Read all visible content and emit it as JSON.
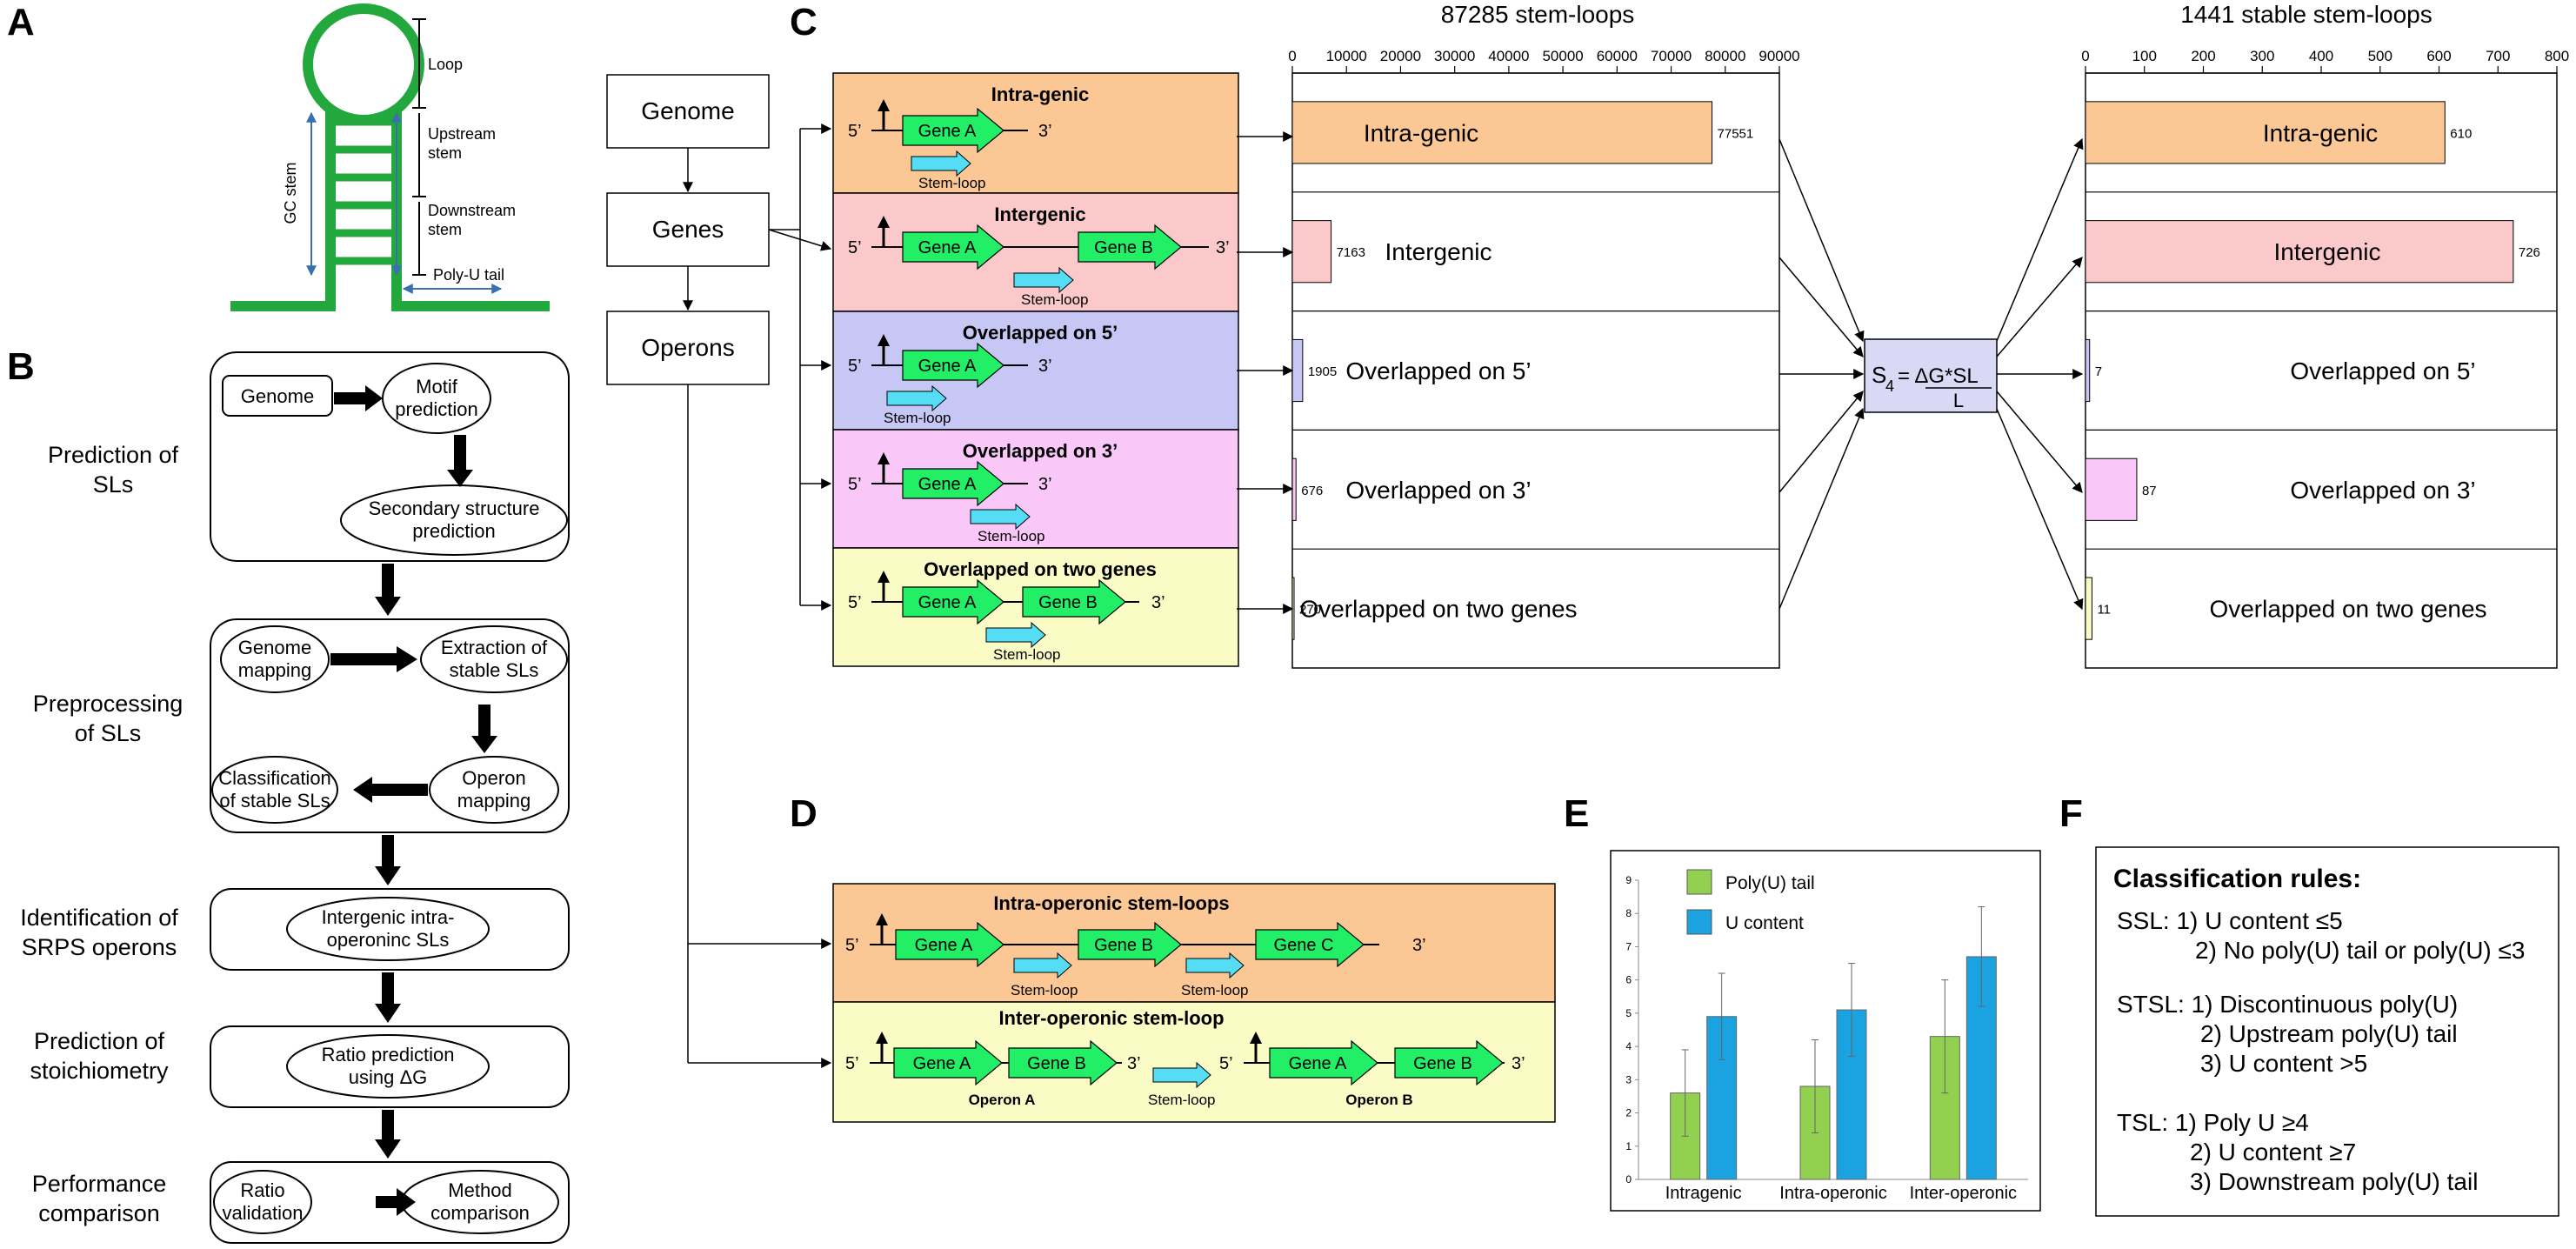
{
  "panels": {
    "A": "A",
    "B": "B",
    "C": "C",
    "D": "D",
    "E": "E",
    "F": "F"
  },
  "panelA": {
    "loop": "Loop",
    "upstream_1": "Upstream",
    "upstream_2": "stem",
    "downstream_1": "Downstream",
    "downstream_2": "stem",
    "polyu": "Poly-U tail",
    "gcstem": "GC stem"
  },
  "panelB": {
    "steps": [
      {
        "l1": "Prediction of",
        "l2": "SLs"
      },
      {
        "l1": "Preprocessing",
        "l2": "of SLs"
      },
      {
        "l1": "Identification of",
        "l2": "SRPS operons"
      },
      {
        "l1": "Prediction of",
        "l2": "stoichiometry"
      },
      {
        "l1": "Performance",
        "l2": "comparison"
      }
    ],
    "genome": "Genome",
    "motif_1": "Motif",
    "motif_2": "prediction",
    "secstruct_1": "Secondary structure",
    "secstruct_2": "prediction",
    "gmap_1": "Genome",
    "gmap_2": "mapping",
    "extract_1": "Extraction of",
    "extract_2": "stable SLs",
    "classify_1": "Classification",
    "classify_2": "of stable SLs",
    "operon_1": "Operon",
    "operon_2": "mapping",
    "intergenic_1": "Intergenic intra-",
    "intergenic_2": "operoninc SLs",
    "ratio_1": "Ratio prediction",
    "ratio_2": "using ΔG",
    "validation_1": "Ratio",
    "validation_2": "validation",
    "method_1": "Method",
    "method_2": "comparison"
  },
  "panelC": {
    "flow": {
      "genome": "Genome",
      "genes": "Genes",
      "operons": "Operons"
    },
    "categories": [
      {
        "title": "Intra-genic",
        "color": "#fbc794"
      },
      {
        "title": "Intergenic",
        "color": "#fbc9c9"
      },
      {
        "title": "Overlapped on 5’",
        "color": "#c7c7f5"
      },
      {
        "title": "Overlapped on 3’",
        "color": "#f9c8f9"
      },
      {
        "title": "Overlapped on two genes",
        "color": "#fbfbc5"
      }
    ],
    "gene_a": "Gene A",
    "gene_b": "Gene B",
    "stem_loop": "Stem-loop",
    "five": "5’",
    "three": "3’",
    "formula": {
      "s": "S",
      "sub": "4",
      "rest": " = ΔG*SL",
      "den": "L"
    },
    "bar_labels": [
      "Intra-genic",
      "Intergenic",
      "Overlapped on 5’",
      "Overlapped on 3’",
      "Overlapped on two genes"
    ]
  },
  "chart_data": [
    {
      "type": "bar",
      "title": "87285 stem-loops",
      "orientation": "horizontal",
      "categories": [
        "Intra-genic",
        "Intergenic",
        "Overlapped on 5’",
        "Overlapped on 3’",
        "Overlapped on two genes"
      ],
      "values": [
        77551,
        7163,
        1905,
        676,
        270
      ],
      "xlim": [
        0,
        90000
      ],
      "ticks": [
        "0",
        "10000",
        "20000",
        "30000",
        "40000",
        "50000",
        "60000",
        "70000",
        "80000",
        "90000"
      ],
      "value_labels": [
        "77551",
        "7163",
        "1905",
        "676",
        "270"
      ]
    },
    {
      "type": "bar",
      "title": "1441 stable stem-loops",
      "orientation": "horizontal",
      "categories": [
        "Intra-genic",
        "Intergenic",
        "Overlapped on 5’",
        "Overlapped on 3’",
        "Overlapped on two genes"
      ],
      "values": [
        610,
        726,
        7,
        87,
        11
      ],
      "xlim": [
        0,
        800
      ],
      "ticks": [
        "0",
        "100",
        "200",
        "300",
        "400",
        "500",
        "600",
        "700",
        "800"
      ],
      "value_labels": [
        "610",
        "726",
        "7",
        "87",
        "11"
      ]
    },
    {
      "type": "bar",
      "categories": [
        "Intragenic",
        "Intra-operonic",
        "Inter-operonic"
      ],
      "series": [
        {
          "name": "Poly(U) tail",
          "values": [
            2.6,
            2.8,
            4.3
          ],
          "err": [
            1.3,
            1.4,
            1.7
          ],
          "color": "#92d050"
        },
        {
          "name": "U content",
          "values": [
            4.9,
            5.1,
            6.7
          ],
          "err": [
            1.3,
            1.4,
            1.5
          ],
          "color": "#1aa3e0"
        }
      ],
      "ylim": [
        0,
        9
      ],
      "yticks": [
        "0",
        "1",
        "2",
        "3",
        "4",
        "5",
        "6",
        "7",
        "8",
        "9"
      ]
    }
  ],
  "panelD": {
    "intra_title": "Intra-operonic stem-loops",
    "inter_title": "Inter-operonic stem-loop",
    "gene_a": "Gene A",
    "gene_b": "Gene B",
    "gene_c": "Gene C",
    "stem_loop": "Stem-loop",
    "operon_a": "Operon A",
    "operon_b": "Operon B",
    "five": "5’",
    "three": "3’",
    "colors": {
      "intra": "#fbc794",
      "inter": "#fbfbc5"
    }
  },
  "panelF": {
    "title": "Classification rules:",
    "lines": [
      "SSL:  1) U content ≤5",
      "2) No poly(U) tail or poly(U) ≤3",
      "STSL: 1) Discontinuous poly(U)",
      "2) Upstream poly(U) tail",
      "3) U content >5",
      "TSL:   1) Poly U ≥4",
      "2) U content ≥7",
      "3) Downstream poly(U) tail"
    ]
  },
  "colors": {
    "gene": "#22ee66",
    "stemloop": "#55ddf5",
    "hairpin": "#22a83c",
    "axisblue": "#3a6fb0"
  }
}
